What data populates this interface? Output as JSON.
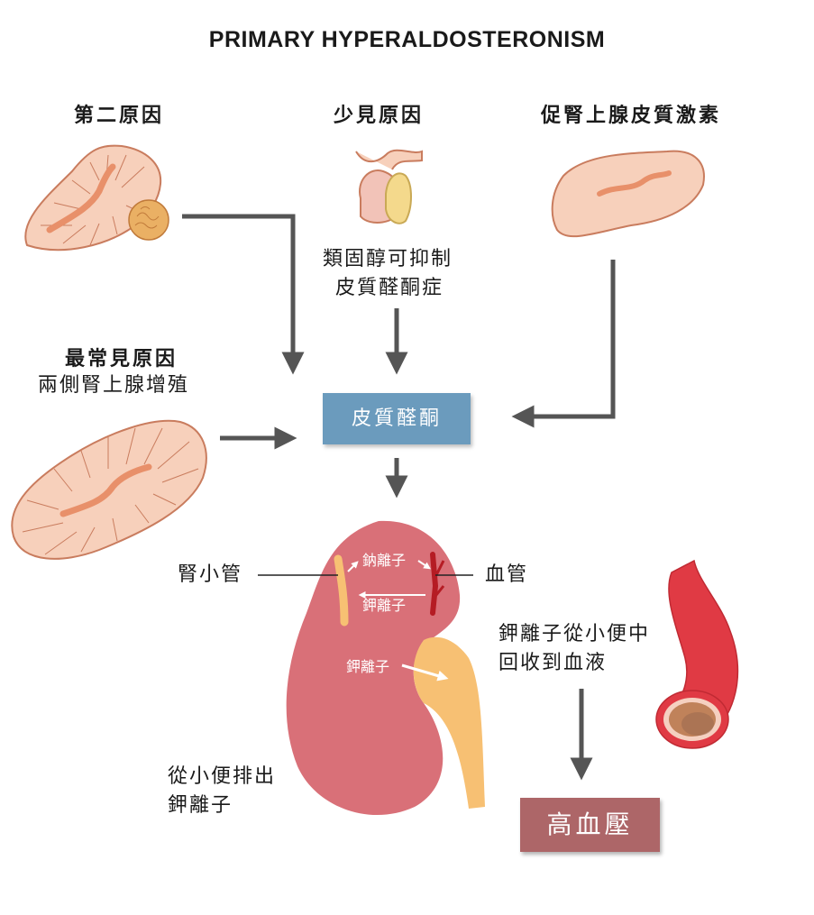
{
  "title": "PRIMARY HYPERALDOSTERONISM",
  "causes": {
    "secondary": "第二原因",
    "rare": "少見原因",
    "acth": "促腎上腺皮質激素",
    "most_common_line1": "最常見原因",
    "most_common_line2": "兩側腎上腺增殖"
  },
  "gra_label": {
    "line1": "類固醇可抑制",
    "line2": "皮質醛酮症"
  },
  "aldosterone_box": "皮質醛酮",
  "kidney": {
    "tubule": "腎小管",
    "vessel": "血管",
    "sodium": "鈉離子",
    "potassium_in": "鉀離子",
    "potassium_out": "鉀離子",
    "excrete_line1": "從小便排出",
    "excrete_line2": "鉀離子",
    "reabsorb_line1": "鉀離子從小便中",
    "reabsorb_line2": "回收到血液"
  },
  "hypertension_box": "高血壓",
  "colors": {
    "arrow": "#555555",
    "aldosterone_box": "#6b9bbd",
    "hypertension_box": "#ad6668",
    "adrenal_fill": "#f7d0bb",
    "adrenal_stroke": "#c97c5e",
    "kidney_fill": "#d97078",
    "ureter": "#f7c073",
    "vessel_red": "#e03a44"
  }
}
